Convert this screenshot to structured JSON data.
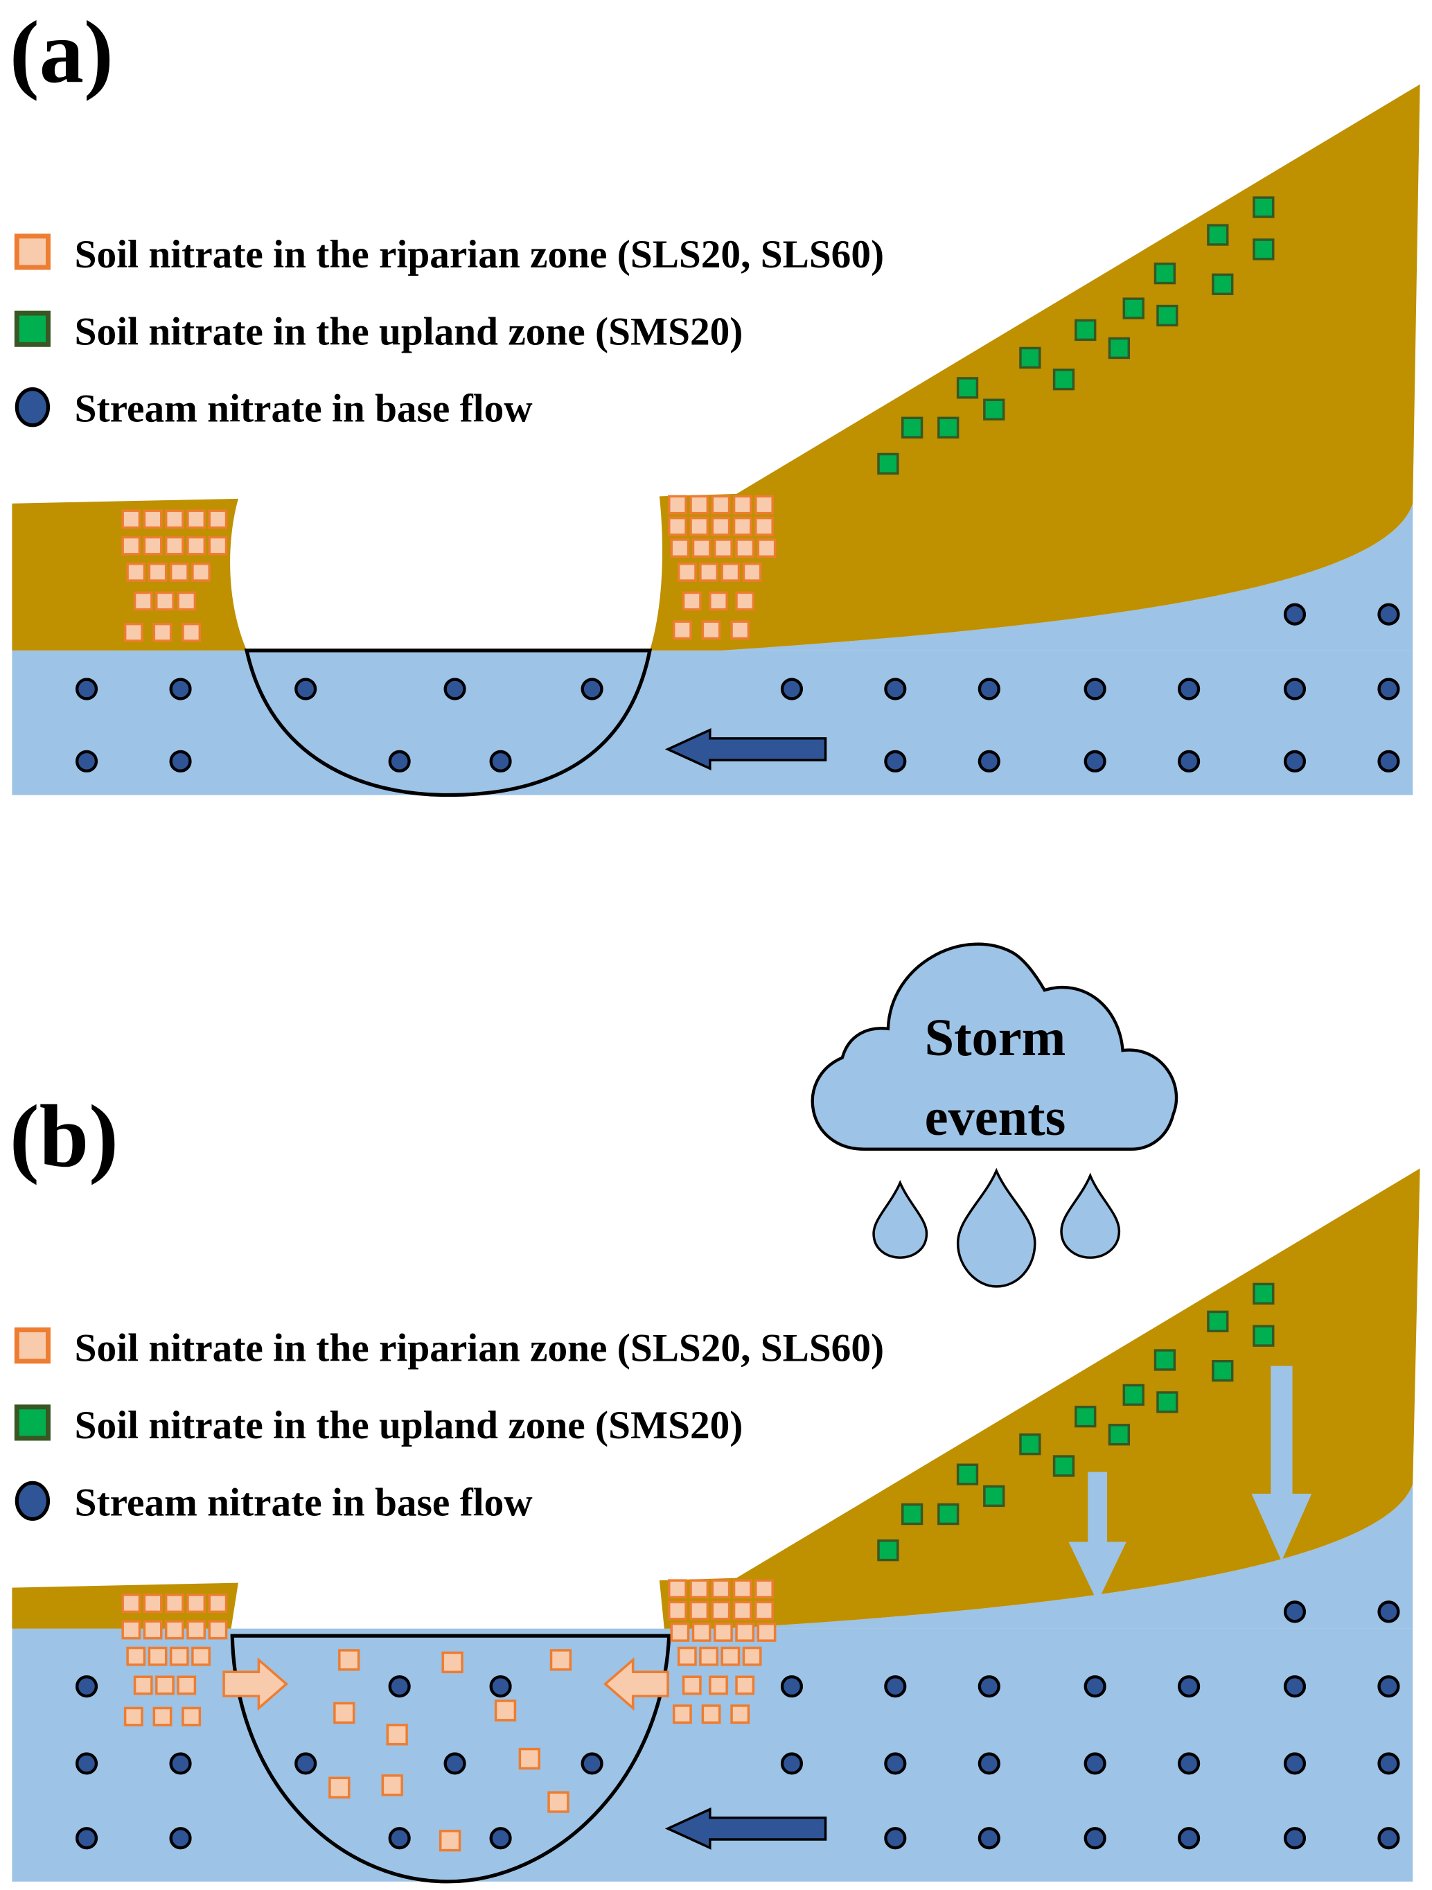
{
  "colors": {
    "soil": "#bf9000",
    "water": "#9dc3e6",
    "riparian_fill": "#f8cbad",
    "riparian_stroke": "#ed7d31",
    "upland_fill": "#00b050",
    "upland_stroke": "#385723",
    "stream_dot_fill": "#2f5597",
    "stream_dot_stroke": "#000000",
    "flow_arrow": "#2f5597",
    "storm_arrow": "#9dc3e6",
    "cloud_fill": "#9dc3e6"
  },
  "legend": {
    "riparian": "Soil nitrate in the riparian zone (SLS20, SLS60)",
    "upland": "Soil nitrate in the upland zone (SMS20)",
    "stream": "Stream nitrate in base flow"
  },
  "panels": [
    {
      "id": "a",
      "label": "(a)",
      "scenario": "base flow",
      "legend": {
        "riparian": "Soil nitrate in the riparian zone (SLS20, SLS60)",
        "upland": "Soil nitrate in the upland zone (SMS20)",
        "stream": "Stream nitrate in base flow"
      }
    },
    {
      "id": "b",
      "label": "(b)",
      "scenario": "storm events",
      "cloud_text_line1": "Storm",
      "cloud_text_line2": "events",
      "legend": {
        "riparian": "Soil nitrate in the riparian zone (SLS20, SLS60)",
        "upland": "Soil nitrate in the upland zone (SMS20)",
        "stream": "Stream nitrate in base flow"
      }
    }
  ]
}
